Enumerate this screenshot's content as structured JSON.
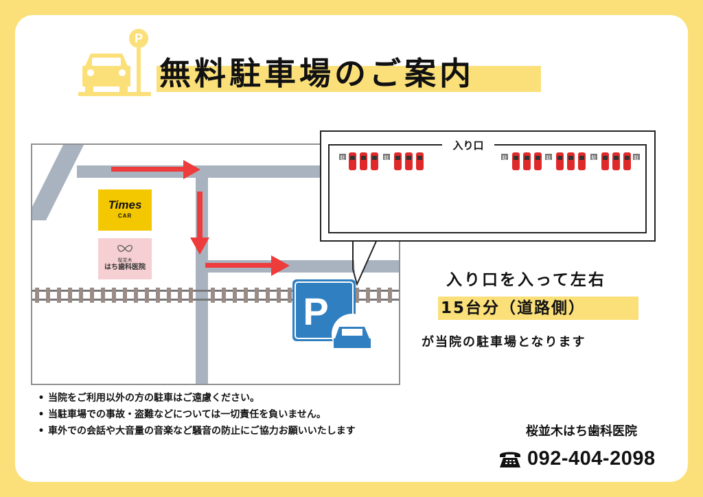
{
  "header": {
    "title": "無料駐車場のご案内",
    "parking_sign_letter": "P",
    "icon": "car-parking-icon"
  },
  "map": {
    "times_logo": {
      "name": "Times",
      "sub": "CAR"
    },
    "clinic_logo": {
      "small_text": "桜並木",
      "name": "はち歯科医院"
    },
    "parking_sign_letter": "P",
    "callout": {
      "entrance_label": "入り口",
      "space_label": "駐",
      "spaces": 15
    }
  },
  "info": {
    "line1": "入り口を入って左右",
    "line2": "15台分（道路側）",
    "line3": "が当院の駐車場となります"
  },
  "notes": [
    "当院をご利用以外の方の駐車はご遠慮ください。",
    "当駐車場での事故・盗難などについては一切責任を負いません。",
    "車外での会話や大音量の音楽など騒音の防止にご協力お願いいたします"
  ],
  "footer": {
    "clinic_name": "桜並木はち歯科医院",
    "phone": "092-404-2098",
    "phone_icon": "telephone-icon"
  },
  "colors": {
    "background": "#fbe07a",
    "accent_red": "#ee3b3b",
    "parking_blue": "#2f7fc1",
    "road_gray": "#a9b3bf"
  }
}
